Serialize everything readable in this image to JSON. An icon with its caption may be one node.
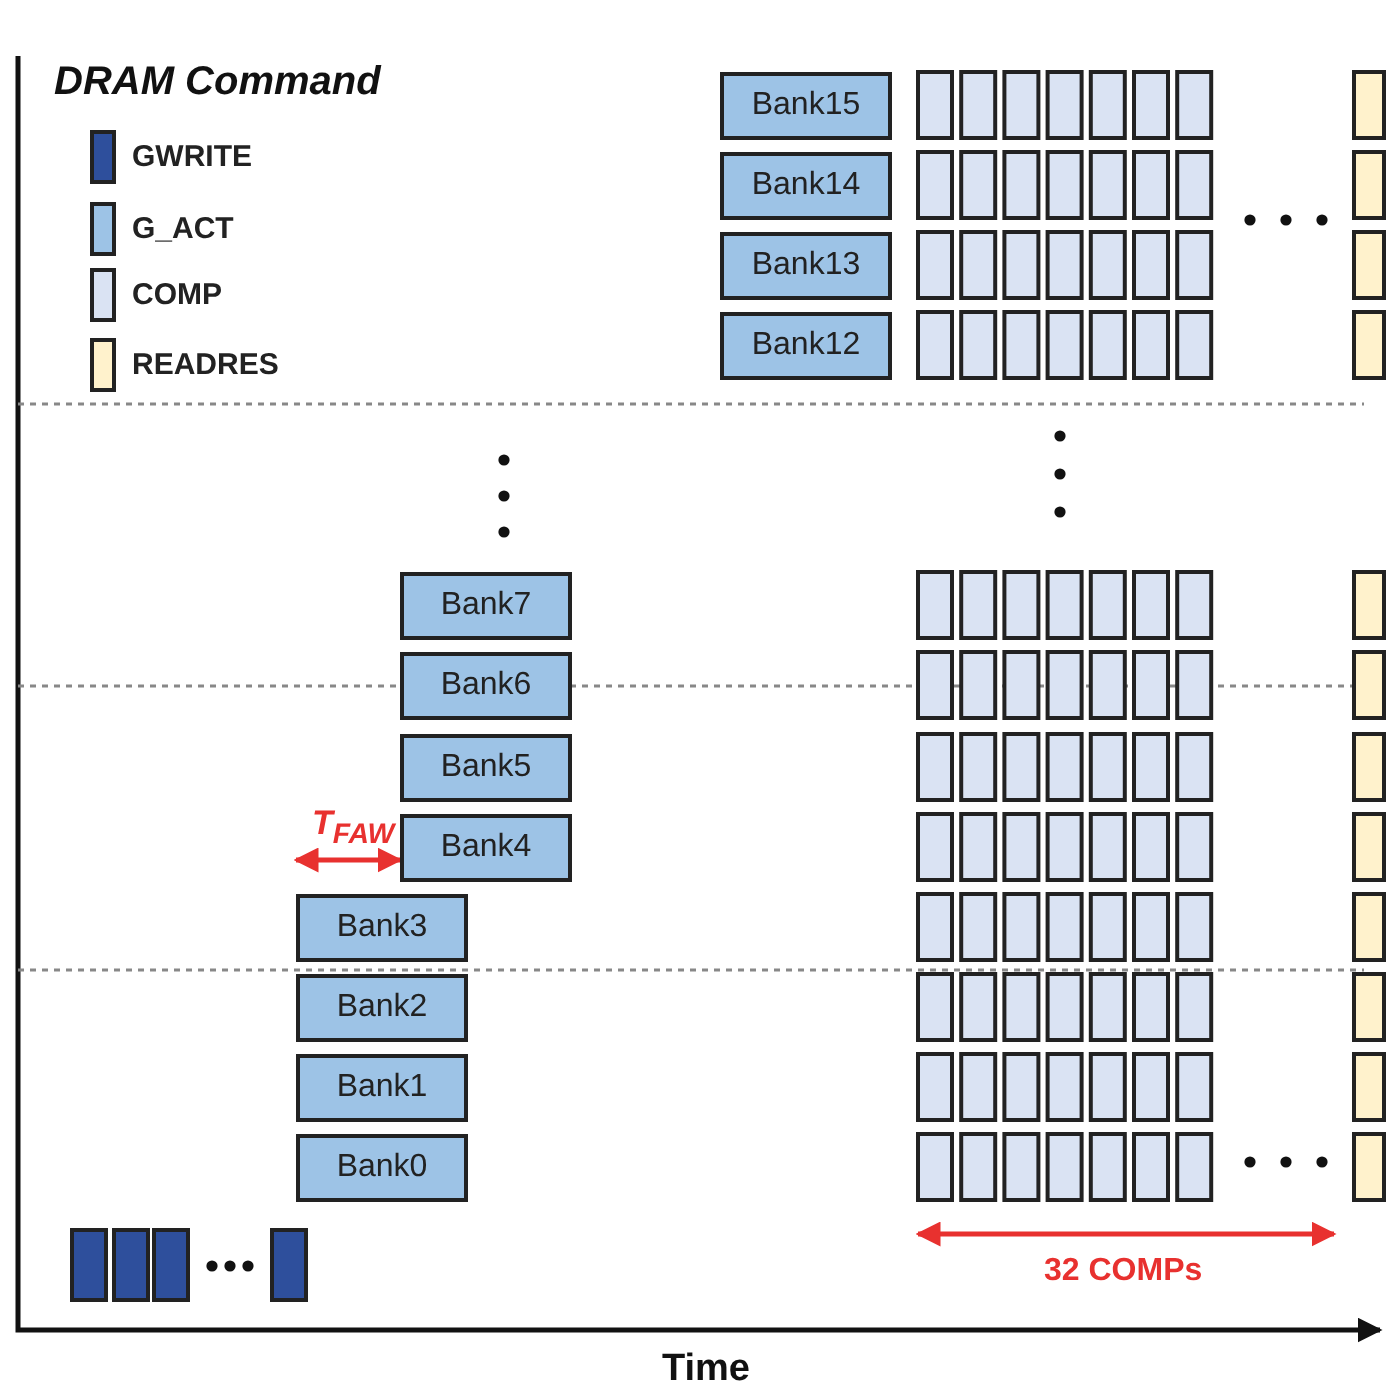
{
  "diagram": {
    "title": "DRAM Command",
    "nodes": [
      {
        "text": [
          "Bank15"
        ]
      },
      {
        "text": [
          "Bank14"
        ]
      },
      {
        "text": [
          "Bank13"
        ]
      },
      {
        "text": [
          "Bank12"
        ]
      },
      {
        "text": [
          "Bank7"
        ]
      },
      {
        "text": [
          "Bank6"
        ]
      },
      {
        "text": [
          "Bank5"
        ]
      },
      {
        "text": [
          "Bank4"
        ]
      },
      {
        "text": [
          "Bank3"
        ]
      },
      {
        "text": [
          "Bank2"
        ]
      },
      {
        "text": [
          "Bank1"
        ]
      },
      {
        "text": [
          "Bank0"
        ]
      }
    ],
    "edges": [
      {
        "from": 8,
        "to": 7,
        "arrow": "both",
        "label": "T$_{FAW}$",
        "color": "#e8312f"
      }
    ],
    "labels": [
      "32 COMPs",
      "Time"
    ],
    "legend": [
      {
        "text": "GWRITE",
        "color": "#2e4f9c"
      },
      {
        "text": "G_ACT",
        "color": "#9dc3e6"
      },
      {
        "text": "COMP",
        "color": "#dae3f3"
      },
      {
        "text": "READRES",
        "color": "#fff2cc"
      }
    ]
  }
}
